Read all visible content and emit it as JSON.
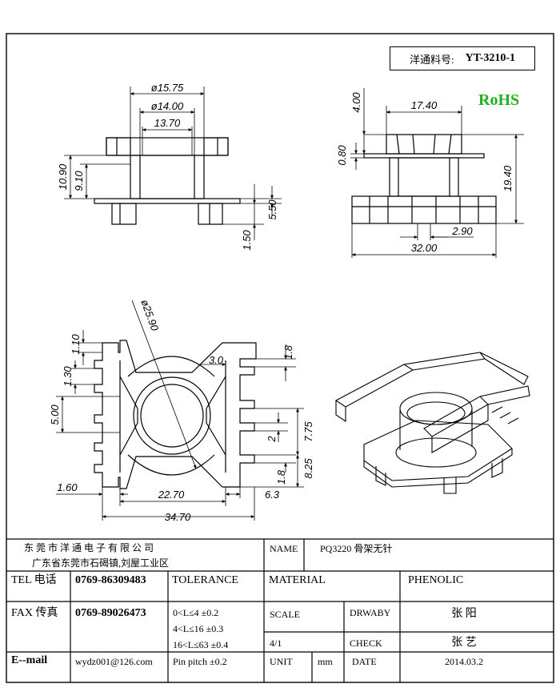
{
  "header": {
    "part_no_label": "洋通料号:",
    "part_no": "YT-3210-1",
    "rohs": "RoHS"
  },
  "dimensions": {
    "d1575": "ø15.75",
    "d1400": "ø14.00",
    "w1370": "13.70",
    "h1090": "10.90",
    "h910": "9.10",
    "h550": "5.50",
    "h150": "1.50",
    "h400": "4.00",
    "w1740": "17.40",
    "h080": "0.80",
    "h1940": "19.40",
    "w290": "2.90",
    "w3200": "32.00",
    "d2590": "ø25.90",
    "h110": "1.10",
    "h130": "1.30",
    "h500": "5.00",
    "t30": "3.0",
    "h18a": "1.8",
    "h775": "7.75",
    "h2": "2",
    "h825": "8.25",
    "h18b": "1.8",
    "w160": "1.60",
    "w2270": "22.70",
    "w63": "6.3",
    "w3470": "34.70"
  },
  "title_block": {
    "company": "东 莞 市 洋 通 电 子 有 限 公 司",
    "address": "广东省东莞市石碣镇,刘屋工业区",
    "name_label": "NAME",
    "name_value": "PQ3220 骨架无针",
    "tel_label": "TEL 电话",
    "tel_value": "0769-86309483",
    "tolerance_label": "TOLERANCE",
    "material_label": "MATERIAL",
    "material_value": "PHENOLIC",
    "fax_label": "FAX 传真",
    "fax_value": "0769-89026473",
    "tol1": "0<L≤4  ±0.2",
    "tol2": "4<L≤16 ±0.3",
    "tol3": "16<L≤63 ±0.4",
    "tol4": "Pin pitch ±0.2",
    "scale_label": "SCALE",
    "scale_value": "4/1",
    "drawby_label": "DRWABY",
    "drawby_value": "张 阳",
    "check_label": "CHECK",
    "check_value": "张 艺",
    "email_label": "E--mail",
    "email_value": "wydz001@126.com",
    "unit_label": "UNIT",
    "unit_value": "mm",
    "date_label": "DATE",
    "date_value": "2014.03.2"
  }
}
